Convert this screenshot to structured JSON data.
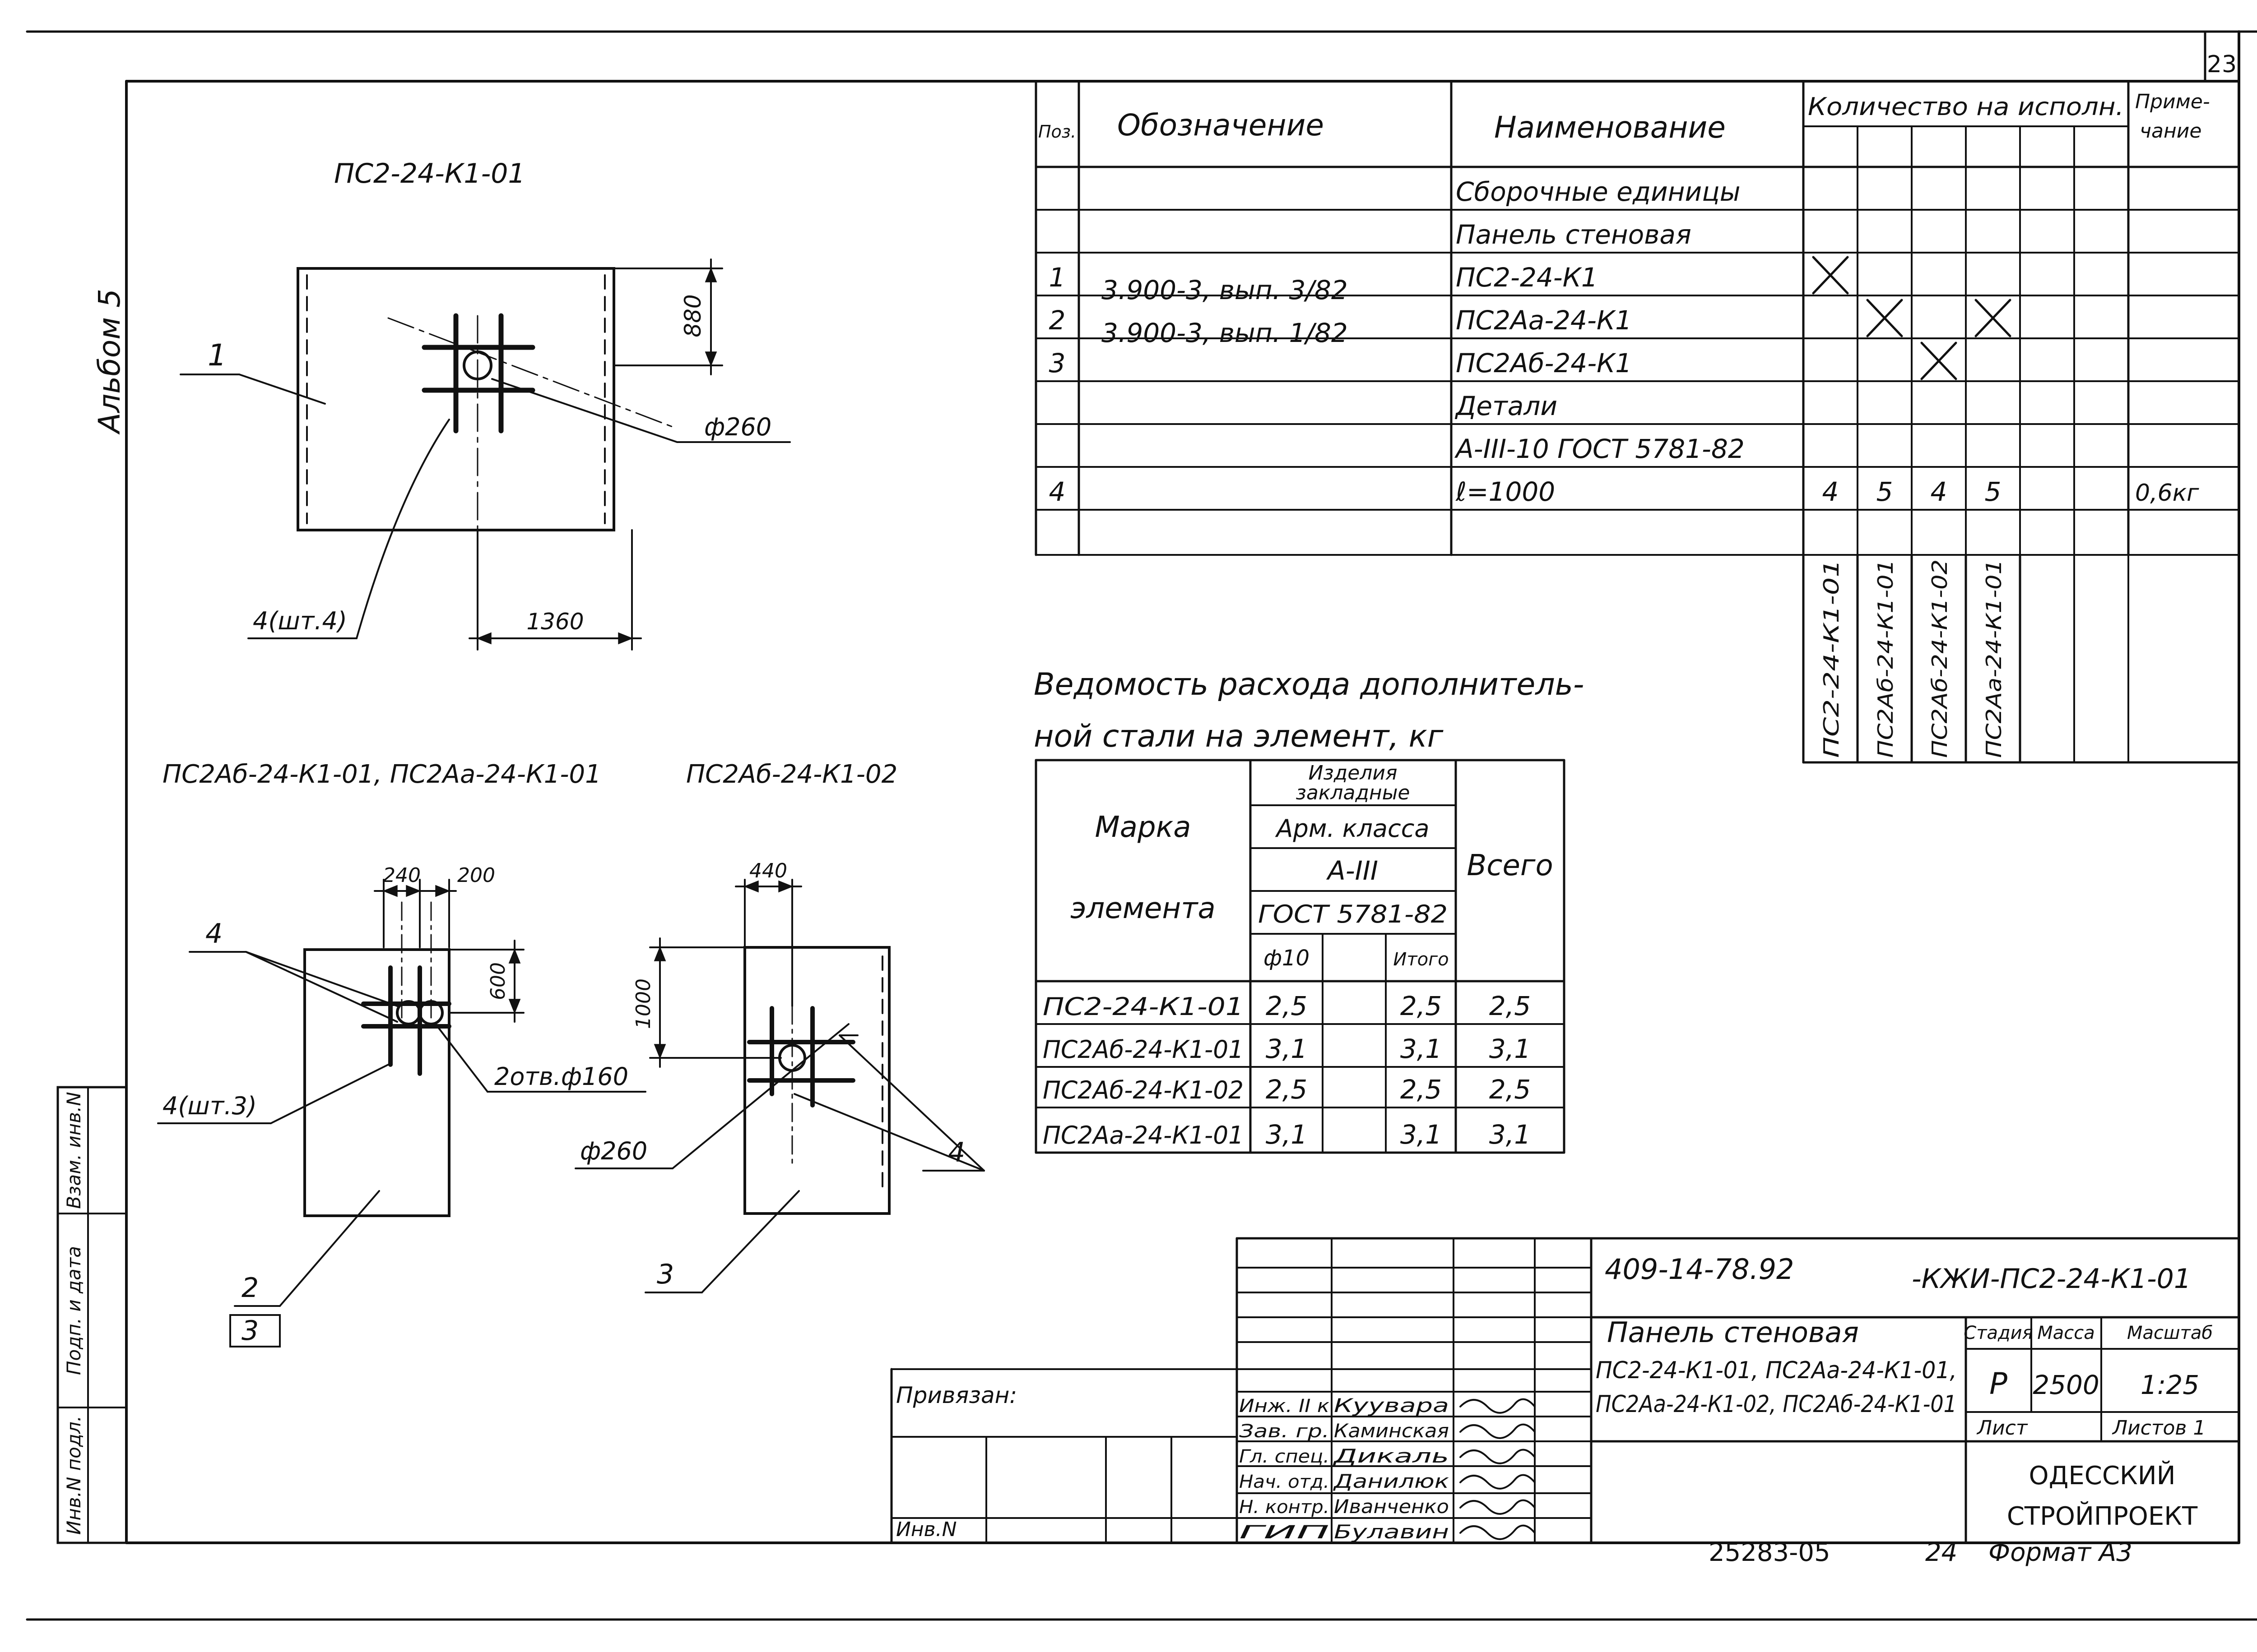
{
  "page_number": "23",
  "album_label": "Альбом 5",
  "views": {
    "view1": {
      "title": "ПС2-24-К1-01",
      "dim_880": "880",
      "dim_1360": "1360",
      "hole_d260": "ф260",
      "callout_1": "1",
      "callout_4": "4(шт.4)"
    },
    "view2": {
      "title": "ПС2Аб-24-К1-01, ПС2Аа-24-К1-01",
      "dim_240": "240",
      "dim_200": "200",
      "dim_600": "600",
      "callout_4": "4",
      "callout_4_3": "4(шт.3)",
      "holes": "2отв.ф160",
      "callout_2": "2",
      "callout_3": "3"
    },
    "view3": {
      "title": "ПС2Аб-24-К1-02",
      "dim_440": "440",
      "dim_1000": "1000",
      "hole_d260": "ф260",
      "callout_4": "4",
      "callout_3": "3"
    }
  },
  "spec_table": {
    "headers": {
      "pos": "Поз.",
      "designation": "Обозначение",
      "name": "Наименование",
      "quantity": "Количество на исполн.",
      "note_1": "Приме-",
      "note_2": "чание"
    },
    "rows": [
      {
        "pos": "",
        "designation": "",
        "name": "Сборочные единицы",
        "q": [
          "",
          "",
          "",
          "",
          "",
          ""
        ],
        "note": ""
      },
      {
        "pos": "",
        "designation": "",
        "name": "Панель стеновая",
        "q": [
          "",
          "",
          "",
          "",
          "",
          ""
        ],
        "note": ""
      },
      {
        "pos": "1",
        "designation": "3.900-3, вып. 3/82",
        "name": "ПС2-24-К1",
        "q": [
          "X",
          "",
          "",
          "",
          "",
          ""
        ],
        "note": ""
      },
      {
        "pos": "2",
        "designation": "3.900-3, вып. 1/82",
        "name": "ПС2Аа-24-К1",
        "q": [
          "",
          "X",
          "",
          "X",
          "",
          ""
        ],
        "note": ""
      },
      {
        "pos": "3",
        "designation": "",
        "name": "ПС2Аб-24-К1",
        "q": [
          "",
          "",
          "X",
          "",
          "",
          ""
        ],
        "note": ""
      },
      {
        "pos": "",
        "designation": "",
        "name": "Детали",
        "q": [
          "",
          "",
          "",
          "",
          "",
          ""
        ],
        "note": ""
      },
      {
        "pos": "",
        "designation": "",
        "name": "А-III-10 ГОСТ 5781-82",
        "q": [
          "",
          "",
          "",
          "",
          "",
          ""
        ],
        "note": ""
      },
      {
        "pos": "4",
        "designation": "",
        "name": "ℓ=1000",
        "q": [
          "4",
          "5",
          "4",
          "5",
          "",
          ""
        ],
        "note": "0,6кг"
      },
      {
        "pos": "",
        "designation": "",
        "name": "",
        "q": [
          "",
          "",
          "",
          "",
          "",
          ""
        ],
        "note": ""
      }
    ],
    "variants": [
      "ПС2-24-К1-01",
      "ПС2Аб-24-К1-01",
      "ПС2Аб-24-К1-02",
      "ПС2Аа-24-К1-01"
    ]
  },
  "steel_table": {
    "caption_1": "Ведомость расхода дополнитель-",
    "caption_2": "ной стали на элемент, кг",
    "h_mark_1": "Марка",
    "h_mark_2": "элемента",
    "h_embedded_1": "Изделия",
    "h_embedded_2": "закладные",
    "h_class": "Арм. класса",
    "h_grade": "А-III",
    "h_gost": "ГОСТ 5781-82",
    "h_d10": "ф10",
    "h_total_col": "Итого",
    "h_all": "Всего",
    "rows": [
      {
        "mark": "ПС2-24-К1-01",
        "d10": "2,5",
        "itogo": "2,5",
        "vsego": "2,5"
      },
      {
        "mark": "ПС2Аб-24-К1-01",
        "d10": "3,1",
        "itogo": "3,1",
        "vsego": "3,1"
      },
      {
        "mark": "ПС2Аб-24-К1-02",
        "d10": "2,5",
        "itogo": "2,5",
        "vsego": "2,5"
      },
      {
        "mark": "ПС2Аа-24-К1-01",
        "d10": "3,1",
        "itogo": "3,1",
        "vsego": "3,1"
      }
    ]
  },
  "title_block": {
    "code_left": "409-14-78.92",
    "code_right": "-КЖИ-ПС2-24-К1-01",
    "name_1": "Панель стеновая",
    "name_2": "ПС2-24-К1-01, ПС2Аа-24-К1-01,",
    "name_3": "ПС2Аа-24-К1-02, ПС2Аб-24-К1-01",
    "stage_label": "Стадия",
    "mass_label": "Масса",
    "scale_label": "Масштаб",
    "stage": "Р",
    "mass": "2500",
    "scale": "1:25",
    "sheet_label": "Лист",
    "sheets_label": "Листов 1",
    "org_1": "ОДЕССКИЙ",
    "org_2": "СТРОЙПРОЕКТ",
    "bound_label": "Привязан:",
    "inv_label": "Инв.N",
    "staff": [
      {
        "role": "Инж. II к",
        "name": "Куувара"
      },
      {
        "role": "Зав. гр.",
        "name": "Каминская"
      },
      {
        "role": "Гл. спец.",
        "name": "Дикаль"
      },
      {
        "role": "Нач. отд.",
        "name": "Данилюк"
      },
      {
        "role": "Н. контр.",
        "name": "Иванченко"
      },
      {
        "role": "ГИП",
        "name": "Булавин"
      }
    ],
    "side_stamp": [
      "Инв.N подл.",
      "Подп. и дата",
      "Взам. инв.N"
    ],
    "bottom_code": "25283-05",
    "bottom_num": "24",
    "format": "Формат А3"
  }
}
